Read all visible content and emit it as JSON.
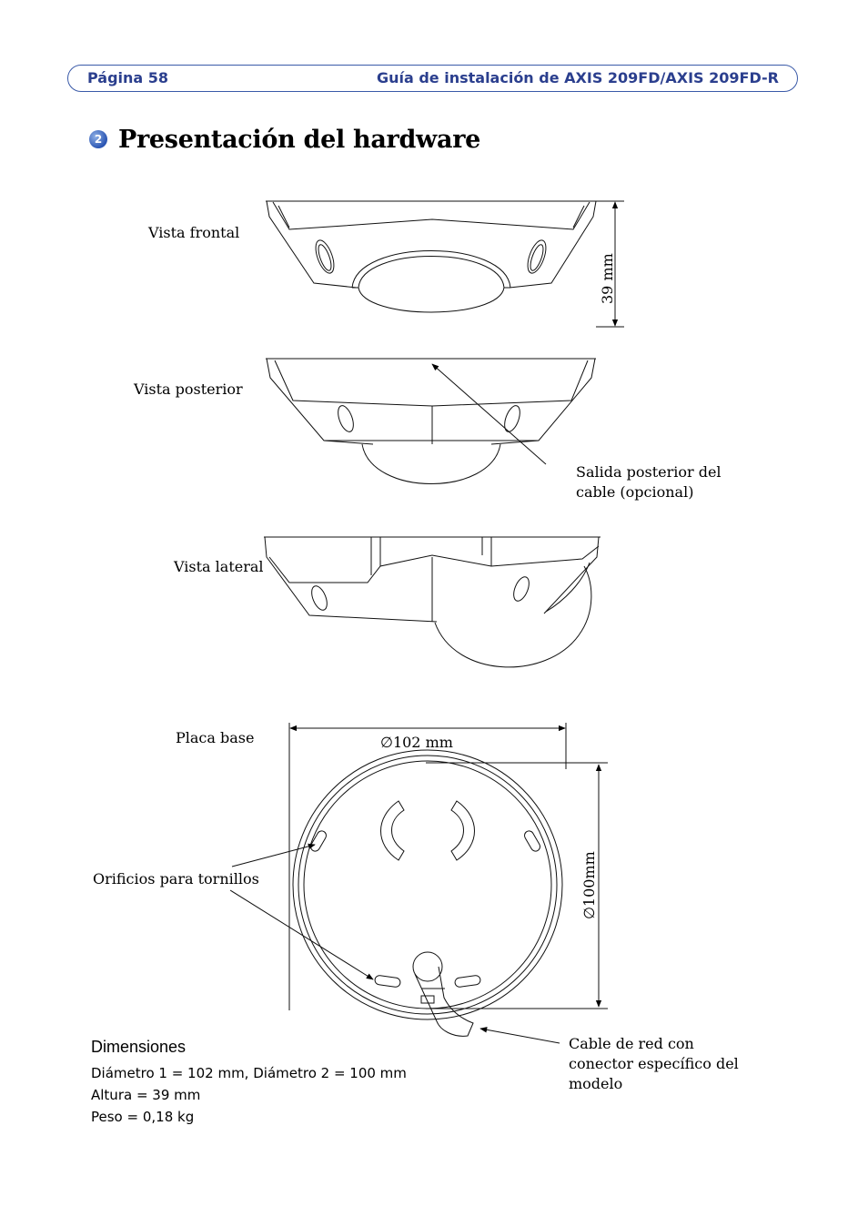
{
  "header": {
    "page_label": "Página 58",
    "doc_title": "Guía de instalación de AXIS 209FD/AXIS 209FD-R"
  },
  "section": {
    "number": "2",
    "title": "Presentación del hardware"
  },
  "views": {
    "front": "Vista frontal",
    "rear": "Vista posterior",
    "side": "Vista lateral",
    "base": "Placa base"
  },
  "callouts": {
    "height_dim": "39 mm",
    "rear_cable": "Salida posterior del cable (opcional)",
    "diameter1": "∅102 mm",
    "diameter2": "∅100mm",
    "screw_holes": "Orificios para tornillos",
    "network_cable": "Cable de red con conector específico del modelo"
  },
  "dimensions": {
    "heading": "Dimensiones",
    "lines": [
      "Diámetro 1 = 102 mm, Diámetro 2 = 100 mm",
      "Altura = 39 mm",
      "Peso = 0,18 kg"
    ]
  }
}
